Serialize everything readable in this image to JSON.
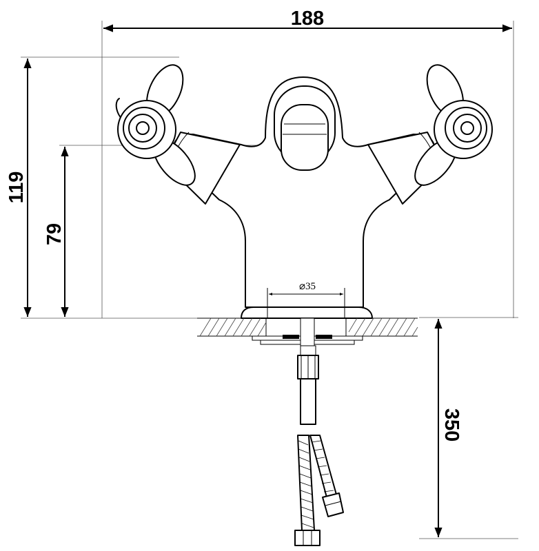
{
  "drawing": {
    "type": "technical-drawing",
    "subject": "basin mixer tap, two cross handles",
    "dimensions": {
      "overall_width": "188",
      "overall_height": "119",
      "spout_height": "79",
      "hose_length": "350",
      "mounting_hole_diameter": "⌀35"
    }
  }
}
